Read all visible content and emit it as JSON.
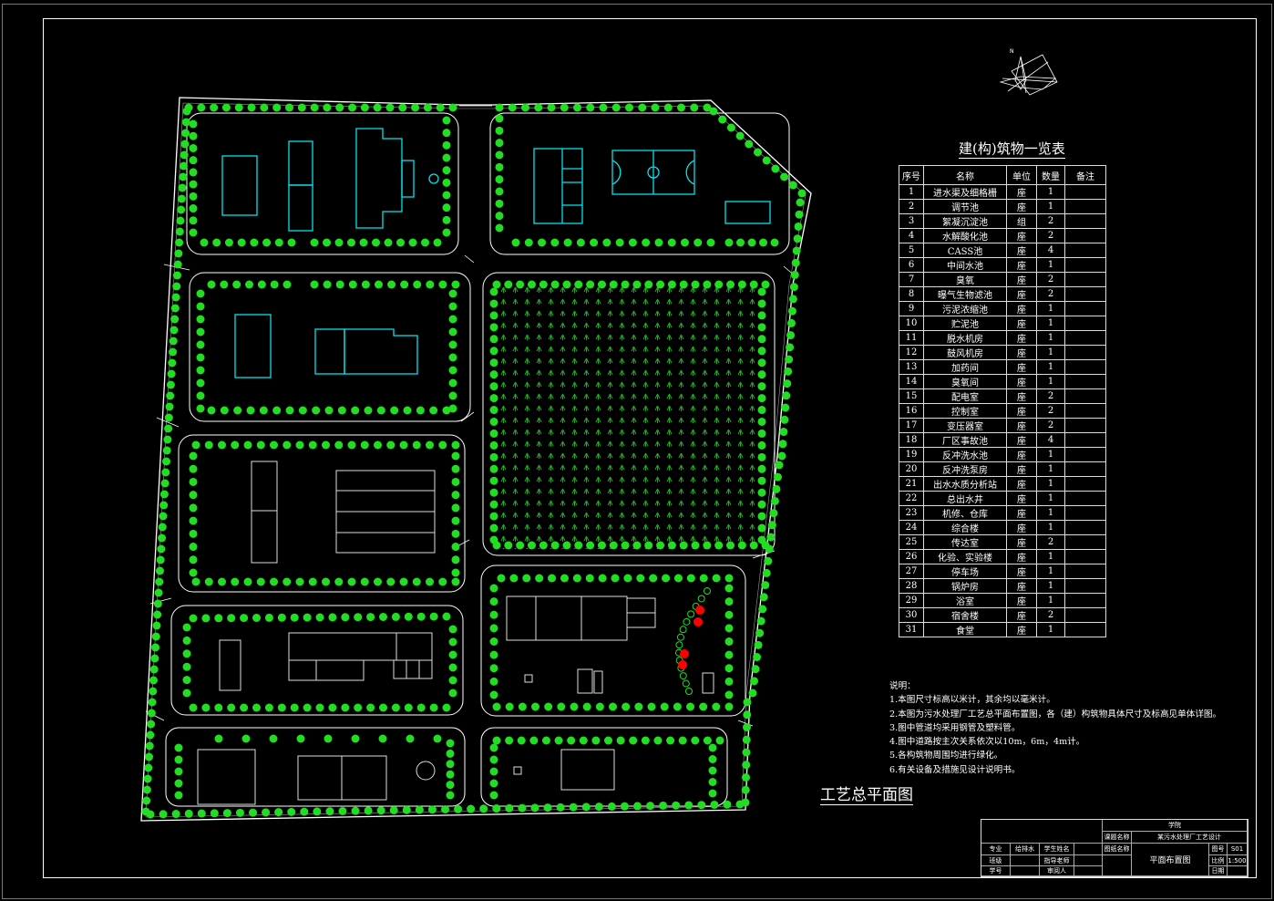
{
  "table": {
    "title": "建(构)筑物一览表",
    "headers": [
      "序号",
      "名称",
      "单位",
      "数量",
      "备注"
    ],
    "rows": [
      [
        "1",
        "进水渠及细格栅",
        "座",
        "1",
        ""
      ],
      [
        "2",
        "调节池",
        "座",
        "1",
        ""
      ],
      [
        "3",
        "絮凝沉淀池",
        "组",
        "2",
        ""
      ],
      [
        "4",
        "水解酸化池",
        "座",
        "2",
        ""
      ],
      [
        "5",
        "CASS池",
        "座",
        "4",
        ""
      ],
      [
        "6",
        "中间水池",
        "座",
        "1",
        ""
      ],
      [
        "7",
        "臭氧",
        "座",
        "2",
        ""
      ],
      [
        "8",
        "曝气生物滤池",
        "座",
        "2",
        ""
      ],
      [
        "9",
        "污泥浓缩池",
        "座",
        "1",
        ""
      ],
      [
        "10",
        "贮泥池",
        "座",
        "1",
        ""
      ],
      [
        "11",
        "脱水机房",
        "座",
        "1",
        ""
      ],
      [
        "12",
        "鼓风机房",
        "座",
        "1",
        ""
      ],
      [
        "13",
        "加药间",
        "座",
        "1",
        ""
      ],
      [
        "14",
        "臭氧间",
        "座",
        "1",
        ""
      ],
      [
        "15",
        "配电室",
        "座",
        "2",
        ""
      ],
      [
        "16",
        "控制室",
        "座",
        "2",
        ""
      ],
      [
        "17",
        "变压器室",
        "座",
        "2",
        ""
      ],
      [
        "18",
        "厂区事故池",
        "座",
        "4",
        ""
      ],
      [
        "19",
        "反冲洗水池",
        "座",
        "1",
        ""
      ],
      [
        "20",
        "反冲洗泵房",
        "座",
        "1",
        ""
      ],
      [
        "21",
        "出水水质分析站",
        "座",
        "1",
        ""
      ],
      [
        "22",
        "总出水井",
        "座",
        "1",
        ""
      ],
      [
        "23",
        "机修、仓库",
        "座",
        "1",
        ""
      ],
      [
        "24",
        "综合楼",
        "座",
        "1",
        ""
      ],
      [
        "25",
        "传达室",
        "座",
        "2",
        ""
      ],
      [
        "26",
        "化验、实验楼",
        "座",
        "1",
        ""
      ],
      [
        "27",
        "停车场",
        "座",
        "1",
        ""
      ],
      [
        "28",
        "锅炉房",
        "座",
        "1",
        ""
      ],
      [
        "29",
        "浴室",
        "座",
        "1",
        ""
      ],
      [
        "30",
        "宿舍楼",
        "座",
        "2",
        ""
      ],
      [
        "31",
        "食堂",
        "座",
        "1",
        ""
      ]
    ]
  },
  "notes": {
    "heading": "说明：",
    "lines": [
      "1.本图尺寸标高以米计，其余均以毫米计。",
      "2.本图为污水处理厂工艺总平面布置图，各（建）构筑物具体尺寸及标高见单体详图。",
      "3.图中管道均采用钢管及塑料管。",
      "4.图中道路按主次关系依次以10m，6m，4m计。",
      "5.各构筑物周围均进行绿化。",
      "6.有关设备及措施见设计说明书。"
    ]
  },
  "drawing_title": "工艺总平面图",
  "compass_label": "N",
  "title_block": {
    "school": "学院",
    "design_name_label": "课题名称",
    "design_name": "某污水处理厂工艺设计",
    "drawing_name_label": "图纸名称",
    "drawing_name": "平面布置图",
    "major_label": "专业",
    "major": "给排水",
    "student_label": "学生姓名",
    "class_label": "班级",
    "advisor_label": "指导老师",
    "id_label": "学号",
    "reviewer_label": "审阅人",
    "sheet_label": "图号",
    "sheet": "S01",
    "scale_label": "比例",
    "scale": "1:500",
    "date_label": "日期"
  },
  "colors": {
    "building": "#00e5ee",
    "tree": "#22dd22",
    "line": "#ffffff",
    "flower": "#ff0000"
  }
}
